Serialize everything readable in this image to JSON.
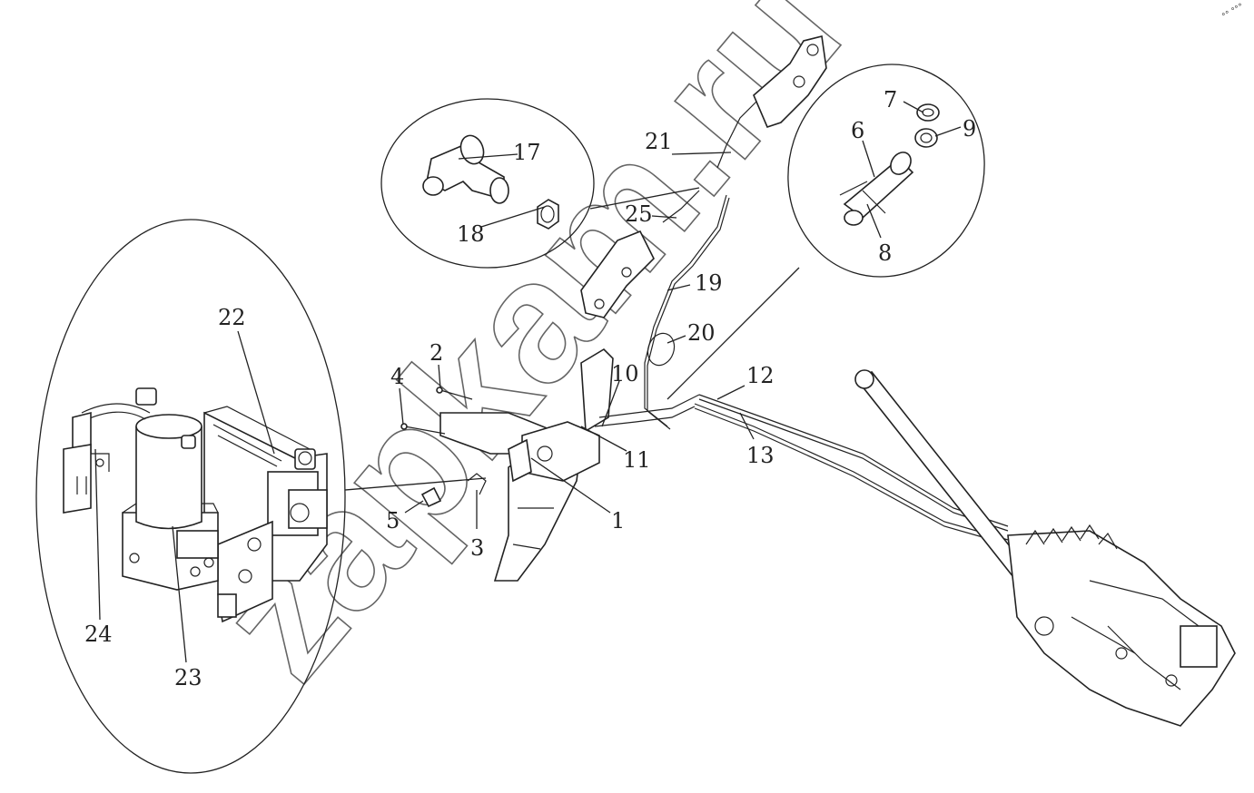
{
  "diagram": {
    "watermark": "zapkam.ru",
    "corner_mark": "°° °°°",
    "part_labels": [
      {
        "id": "1",
        "text": "1"
      },
      {
        "id": "2",
        "text": "2"
      },
      {
        "id": "3",
        "text": "3"
      },
      {
        "id": "4",
        "text": "4"
      },
      {
        "id": "5",
        "text": "5"
      },
      {
        "id": "6",
        "text": "6"
      },
      {
        "id": "7",
        "text": "7"
      },
      {
        "id": "8",
        "text": "8"
      },
      {
        "id": "9",
        "text": "9"
      },
      {
        "id": "10",
        "text": "10"
      },
      {
        "id": "11",
        "text": "11"
      },
      {
        "id": "12",
        "text": "12"
      },
      {
        "id": "13",
        "text": "13"
      },
      {
        "id": "17",
        "text": "17"
      },
      {
        "id": "18",
        "text": "18"
      },
      {
        "id": "19",
        "text": "19"
      },
      {
        "id": "20",
        "text": "20"
      },
      {
        "id": "21",
        "text": "21"
      },
      {
        "id": "22",
        "text": "22"
      },
      {
        "id": "23",
        "text": "23"
      },
      {
        "id": "24",
        "text": "24"
      },
      {
        "id": "25",
        "text": "25"
      }
    ]
  }
}
